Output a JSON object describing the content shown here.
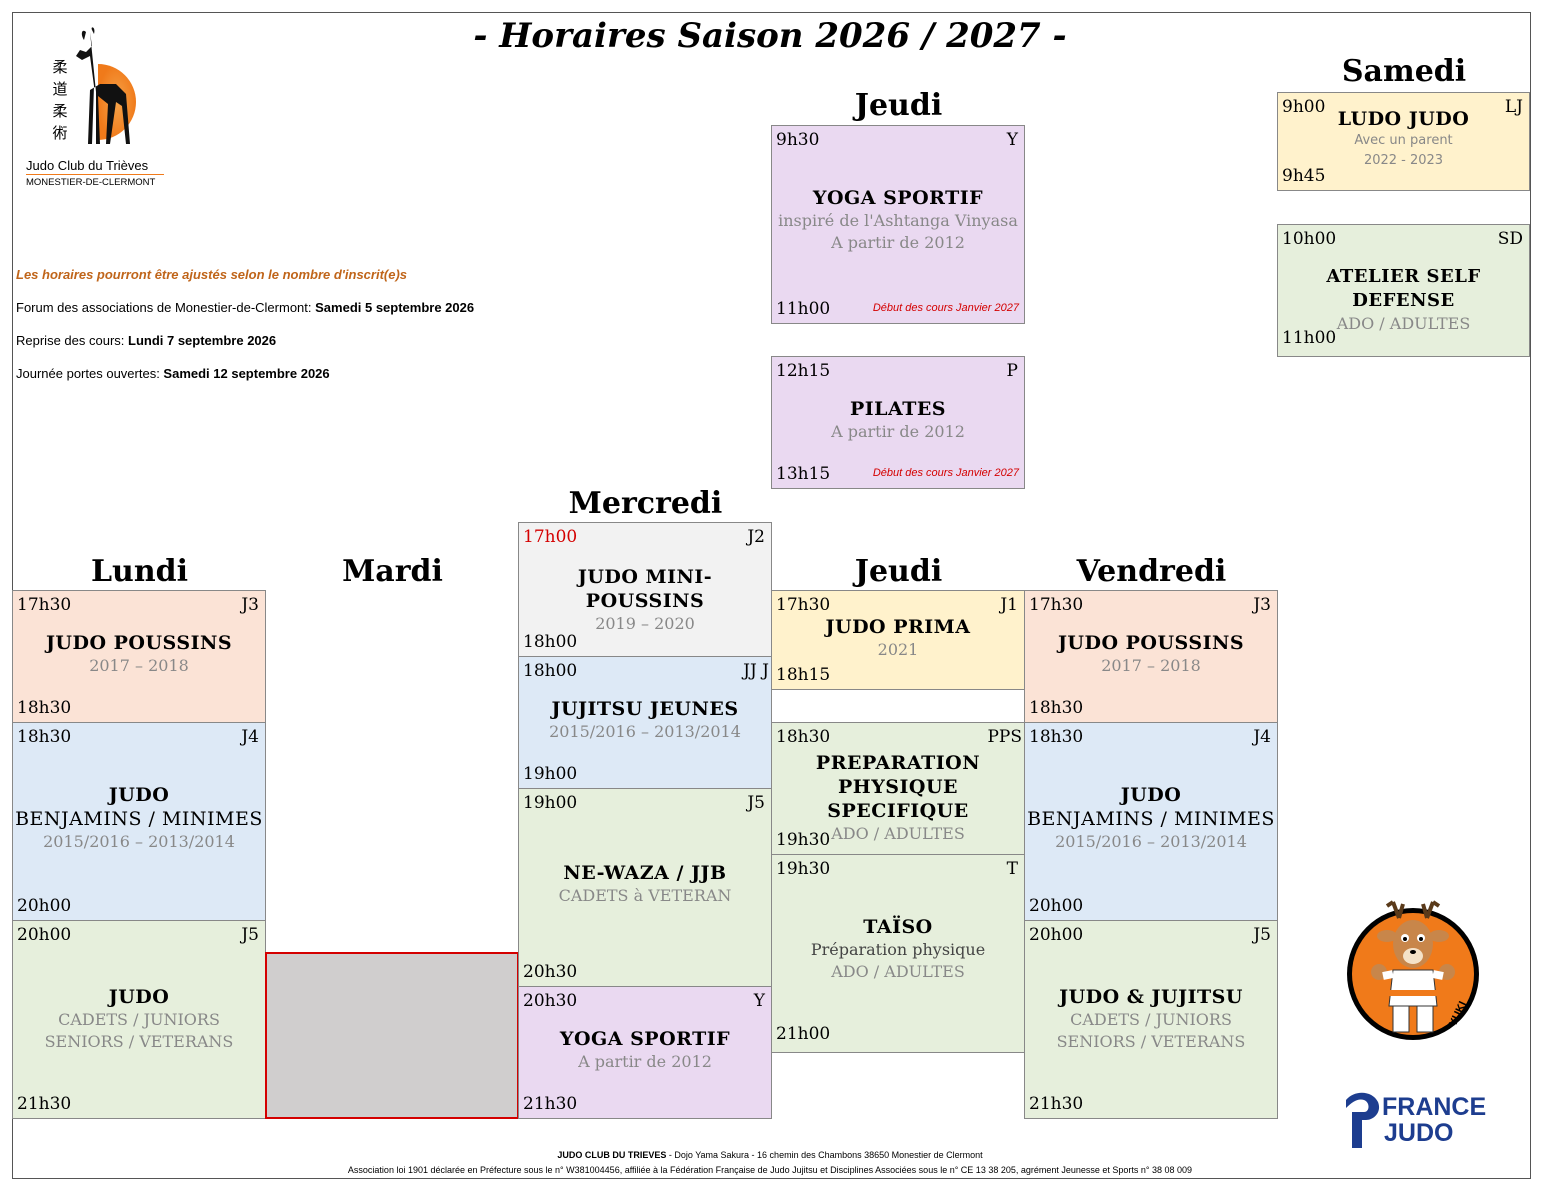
{
  "title": "- Horaires Saison 2026 / 2027 -",
  "logo": {
    "kanji": [
      "柔",
      "道",
      "柔",
      "術"
    ],
    "name": "Judo Club du Trièves",
    "place": "MONESTIER-DE-CLERMONT"
  },
  "info": {
    "note": "Les horaires pourront être ajustés selon le nombre d'inscrit(e)s",
    "forum_label": "Forum des associations de Monestier-de-Clermont: ",
    "forum_date": "Samedi 5 septembre 2026",
    "reprise_label": "Reprise des cours: ",
    "reprise_date": "Lundi 7 septembre 2026",
    "portes_label": "Journée portes ouvertes: ",
    "portes_date": "Samedi 12 septembre 2026"
  },
  "days": {
    "jeudi_top": "Jeudi",
    "samedi": "Samedi",
    "mercredi": "Mercredi",
    "lundi": "Lundi",
    "mardi": "Mardi",
    "jeudi": "Jeudi",
    "vendredi": "Vendredi"
  },
  "classes": {
    "jeudi_yoga": {
      "start": "9h30",
      "end": "11h00",
      "code": "Y",
      "name": "YOGA SPORTIF",
      "desc": "inspiré de l'Ashtanga Vinyasa",
      "sub": "A partir de 2012",
      "note": "Début des cours Janvier 2027"
    },
    "jeudi_pilates": {
      "start": "12h15",
      "end": "13h15",
      "code": "P",
      "name": "PILATES",
      "sub": "A partir de 2012",
      "note": "Début des cours Janvier 2027"
    },
    "samedi_ludo": {
      "start": "9h00",
      "end": "9h45",
      "code": "LJ",
      "name": "LUDO JUDO",
      "sub": "Avec un parent",
      "years": "2022 - 2023"
    },
    "samedi_self": {
      "start": "10h00",
      "end": "11h00",
      "code": "SD",
      "name": "ATELIER SELF DEFENSE",
      "sub": "ADO / ADULTES"
    },
    "lundi_poussins": {
      "start": "17h30",
      "end": "18h30",
      "code": "J3",
      "name": "JUDO POUSSINS",
      "sub": "2017 – 2018"
    },
    "lundi_benjamins": {
      "start": "18h30",
      "end": "20h00",
      "code": "J4",
      "name": "JUDO",
      "name2": "BENJAMINS / MINIMES",
      "sub": "2015/2016 – 2013/2014"
    },
    "lundi_cadets": {
      "start": "20h00",
      "end": "21h30",
      "code": "J5",
      "name": "JUDO",
      "sub": "CADETS / JUNIORS",
      "sub2": "SENIORS / VETERANS"
    },
    "mercredi_mini": {
      "start": "17h00",
      "end": "18h00",
      "code": "J2",
      "name": "JUDO MINI-POUSSINS",
      "sub": "2019 – 2020"
    },
    "mercredi_jujitsu": {
      "start": "18h00",
      "end": "19h00",
      "code": "JJ J",
      "name": "JUJITSU JEUNES",
      "sub": "2015/2016 – 2013/2014"
    },
    "mercredi_newaza": {
      "start": "19h00",
      "end": "20h30",
      "code": "J5",
      "name": "NE-WAZA / JJB",
      "sub": "CADETS à VETERAN"
    },
    "mercredi_yoga": {
      "start": "20h30",
      "end": "21h30",
      "code": "Y",
      "name": "YOGA SPORTIF",
      "sub": "A partir de 2012"
    },
    "jeudi_prima": {
      "start": "17h30",
      "end": "18h15",
      "code": "J1",
      "name": "JUDO PRIMA",
      "sub": "2021"
    },
    "jeudi_pps": {
      "start": "18h30",
      "end": "19h30",
      "code": "PPS",
      "name": "PREPARATION",
      "name2": "PHYSIQUE SPECIFIQUE",
      "sub": "ADO / ADULTES"
    },
    "jeudi_taiso": {
      "start": "19h30",
      "end": "21h00",
      "code": "T",
      "name": "TAÏSO",
      "desc": "Préparation physique",
      "sub": "ADO / ADULTES"
    },
    "vendredi_poussins": {
      "start": "17h30",
      "end": "18h30",
      "code": "J3",
      "name": "JUDO POUSSINS",
      "sub": "2017 – 2018"
    },
    "vendredi_benjamins": {
      "start": "18h30",
      "end": "20h00",
      "code": "J4",
      "name": "JUDO",
      "name2": "BENJAMINS / MINIMES",
      "sub": "2015/2016 – 2013/2014"
    },
    "vendredi_cadets": {
      "start": "20h00",
      "end": "21h30",
      "code": "J5",
      "name": "JUDO & JUJITSU",
      "sub": "CADETS / JUNIORS",
      "sub2": "SENIORS / VETERANS"
    }
  },
  "mascot": {
    "label": "YUKI"
  },
  "france_judo": {
    "line1": "FRANCE",
    "line2": "JUDO"
  },
  "footer": {
    "club": "JUDO CLUB DU TRIEVES",
    "address": " - Dojo Yama Sakura - 16 chemin des Chambons 38650 Monestier de Clermont",
    "legal": "Association loi 1901 déclarée en Préfecture sous le n° W381004456, affiliée à la Fédération Française de Judo Jujitsu et Disciplines Associées sous le n° CE 13 38 205, agrément Jeunesse et Sports n° 38 08 009"
  },
  "colors": {
    "pink": "#fbe3d6",
    "blue": "#dde9f6",
    "green": "#e6efdc",
    "grey": "#f2f2f2",
    "purple": "#ead9f1",
    "yellow": "#fff2cc",
    "red": "#d40000",
    "orange": "#f07a1a",
    "france_judo_blue": "#1d3d8f"
  }
}
